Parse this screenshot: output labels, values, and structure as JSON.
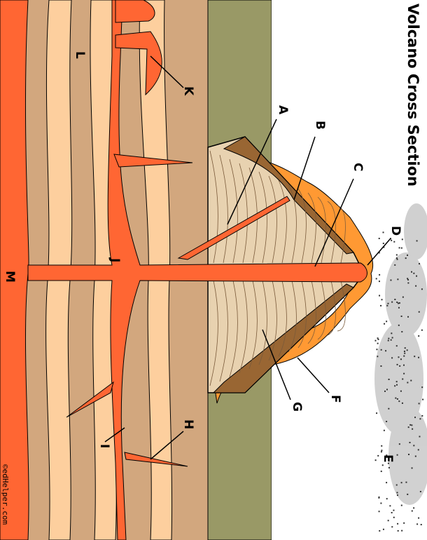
{
  "title": "Volcano Cross Section",
  "copyright": "©edHelper.com",
  "labels": {
    "A": "A",
    "B": "B",
    "C": "C",
    "D": "D",
    "E": "E",
    "F": "F",
    "G": "G",
    "H": "H",
    "I": "I",
    "J": "J",
    "K": "K",
    "L": "L",
    "M": "M"
  },
  "colors": {
    "magma": "#ff6633",
    "lava": "#ff9933",
    "rock_dark": "#d2a77e",
    "rock_light": "#fdcf9e",
    "ground": "#999966",
    "cone_brown": "#996633",
    "cone_ash": "#e8d2b0"
  }
}
